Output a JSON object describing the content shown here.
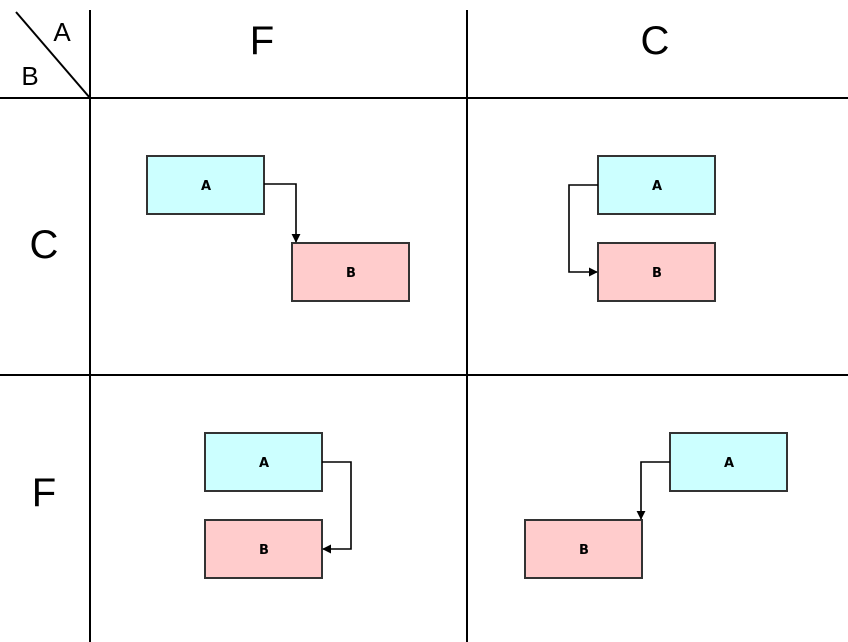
{
  "corner": {
    "top_label": "A",
    "bottom_label": "B"
  },
  "columns": [
    {
      "label": "F"
    },
    {
      "label": "C"
    }
  ],
  "rows": [
    {
      "label": "C"
    },
    {
      "label": "F"
    }
  ],
  "colors": {
    "box_a_fill": "#ccffff",
    "box_b_fill": "#ffcccc",
    "line": "#000000"
  },
  "cells": {
    "row_c_col_f": {
      "box_a": "A",
      "box_b": "B"
    },
    "row_c_col_c": {
      "box_a": "A",
      "box_b": "B"
    },
    "row_f_col_f": {
      "box_a": "A",
      "box_b": "B"
    },
    "row_f_col_c": {
      "box_a": "A",
      "box_b": "B"
    }
  }
}
